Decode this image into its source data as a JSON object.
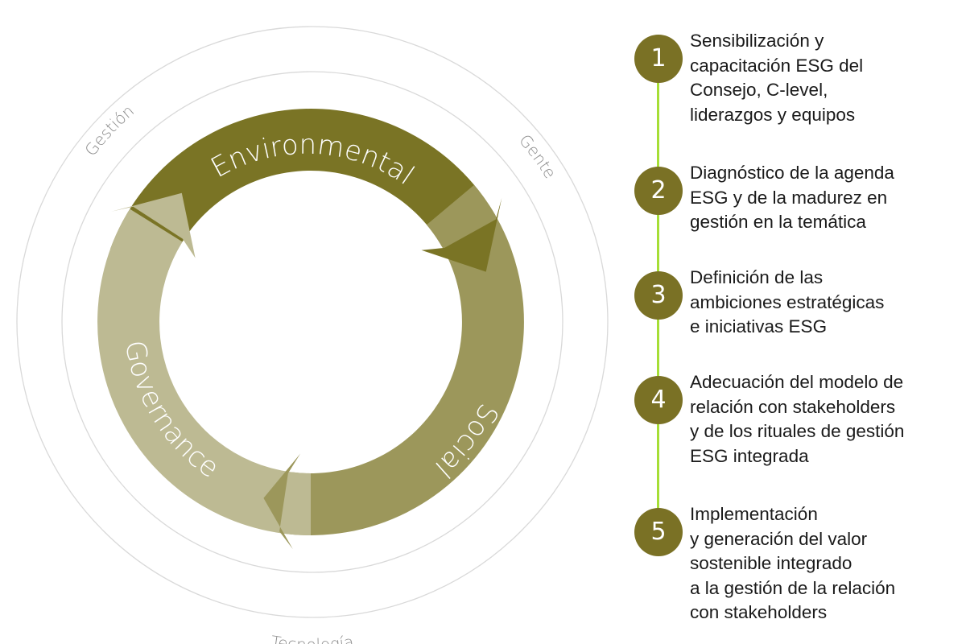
{
  "colors": {
    "environmental": "#7a7425",
    "social": "#9c975b",
    "governance": "#bdba93",
    "badge": "#7a7125",
    "timeline": "#a6de36",
    "rings": "#d9d9d9",
    "ring_labels": "#8c8c8c"
  },
  "diagram": {
    "pillars": [
      {
        "id": "environmental",
        "label": "Environmental"
      },
      {
        "id": "social",
        "label": "Social"
      },
      {
        "id": "governance",
        "label": "Governance"
      }
    ],
    "ring_labels": {
      "gestion": "Gestión",
      "gente": "Gente",
      "tecnologia": "Tecnología"
    }
  },
  "steps": [
    {
      "number": "1",
      "text": "Sensibilización y\ncapacitación ESG del\nConsejo, C-level,\nliderazgos y equipos"
    },
    {
      "number": "2",
      "text": "Diagnóstico de la agenda\nESG y de la madurez en\ngestión en la temática"
    },
    {
      "number": "3",
      "text": "Definición de las\nambiciones estratégicas\ne iniciativas ESG"
    },
    {
      "number": "4",
      "text": "Adecuación del modelo de\nrelación con stakeholders\ny de los rituales de gestión\nESG integrada"
    },
    {
      "number": "5",
      "text": "Implementación\ny generación del valor\nsostenible integrado\na la gestión de la relación\ncon stakeholders"
    }
  ]
}
